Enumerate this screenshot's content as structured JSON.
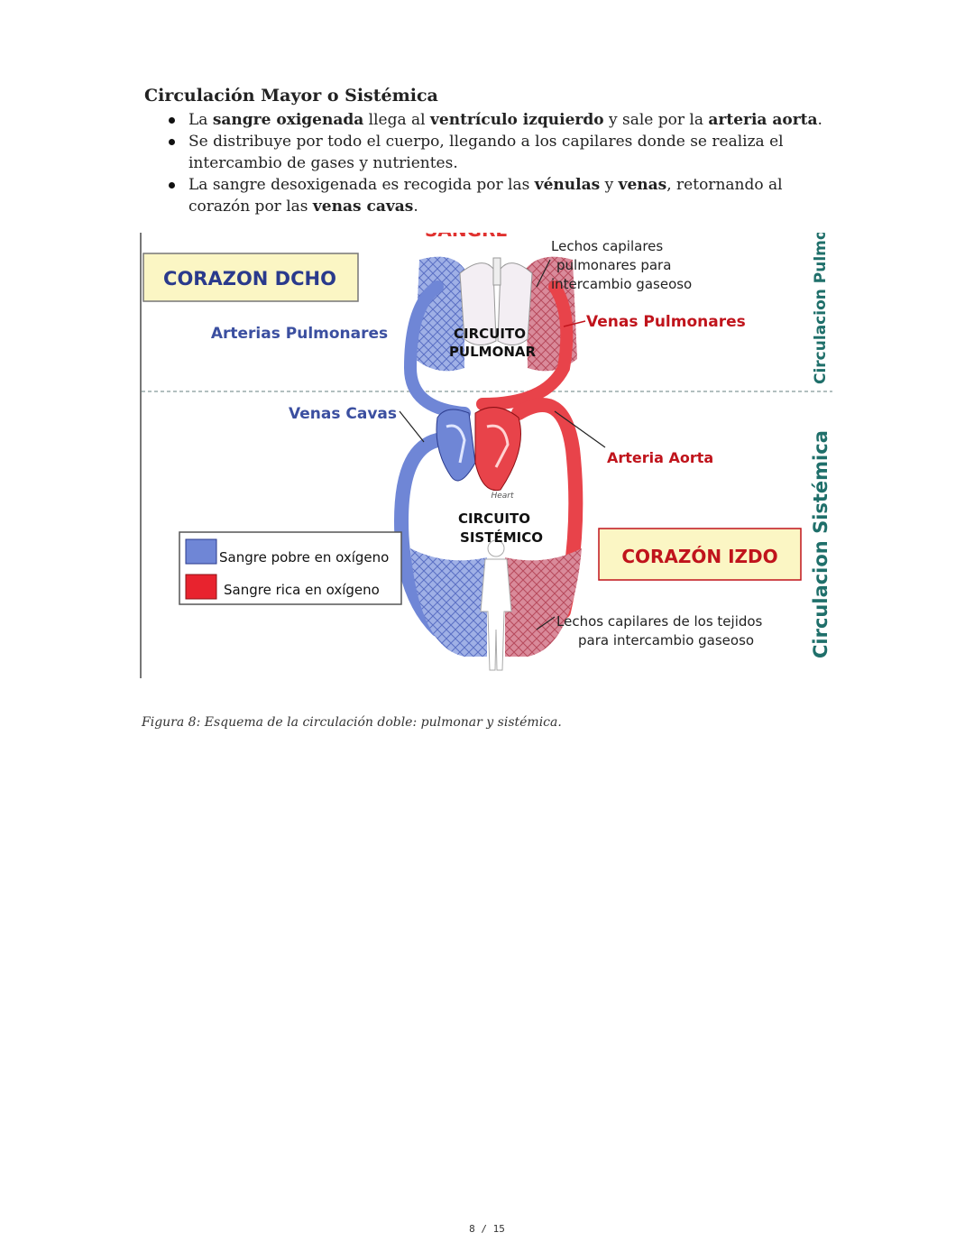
{
  "heading": "Circulación Mayor o Sistémica",
  "bullets": [
    {
      "p1": "La ",
      "b1": "sangre oxigenada",
      "p2": " llega al ",
      "b2": "ventrículo izquierdo",
      "p3": " y sale por la ",
      "b3": "arteria aorta",
      "p4": "."
    },
    {
      "text": "Se distribuye por todo el cuerpo, llegando a los capilares donde se realiza el intercambio de gases y nutrientes."
    },
    {
      "p1": "La sangre desoxigenada es recogida por las ",
      "b1": "vénulas",
      "p2": " y ",
      "b2": "venas",
      "p3": ", retornando al corazón por las ",
      "b3": "venas cavas",
      "p4": "."
    }
  ],
  "diagram": {
    "top_cut_label": "SANGRE",
    "corazon_dcho": "CORAZON DCHO",
    "arterias_pulmonares": "Arterias Pulmonares",
    "circuito_pulmonar_1": "CIRCUITO",
    "circuito_pulmonar_2": "PULMONAR",
    "lechos_pulm_1": "Lechos capilares",
    "lechos_pulm_2": "pulmonares para",
    "lechos_pulm_3": "intercambio gaseoso",
    "venas_pulmonares": "Venas Pulmonares",
    "side_pulmonar": "Circulacion Pulmonar",
    "venas_cavas": "Venas Cavas",
    "arteria_aorta": "Arteria Aorta",
    "heart_label": "Heart",
    "circuito_sistemico_1": "CIRCUITO",
    "circuito_sistemico_2": "SISTÉMICO",
    "side_sistemica": "Circulacion Sistémica",
    "legend_poor": "Sangre pobre en oxígeno",
    "legend_rich": "Sangre rica en oxígeno",
    "corazon_izdo": "CORAZÓN IZDO",
    "lechos_tej_1": "Lechos capilares de los tejidos",
    "lechos_tej_2": "para intercambio gaseoso",
    "colors": {
      "blue": "#6f86d6",
      "red": "#e8434a",
      "navy": "#2a3a8c",
      "darkred": "#c0141c",
      "teal": "#1f6f6a",
      "label_box": "#fbf6c4"
    }
  },
  "caption": "Figura 8: Esquema de la circulación doble: pulmonar y sistémica.",
  "page_number": "8 / 15"
}
